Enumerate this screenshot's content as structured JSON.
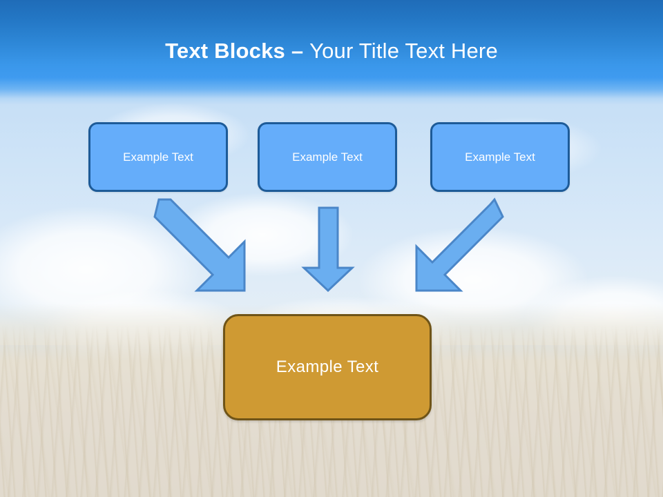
{
  "slide": {
    "title": {
      "strong": "Text Blocks ",
      "separator": "– ",
      "light": "Your Title Text Here",
      "full": "Text Blocks – Your Title Text Here"
    },
    "colors": {
      "title_band_top": "#1f6cb8",
      "title_band_bottom": "#3f9bf0",
      "title_text": "#ffffff",
      "top_box_fill": "#65adfa",
      "top_box_border": "#1d5b98",
      "top_box_text": "#ffffff",
      "bottom_box_fill": "#cf9a33",
      "bottom_box_border": "#6f5417",
      "bottom_box_text": "#ffffff",
      "arrow_fill": "#6aaef0",
      "arrow_border": "#4a86c8",
      "background_sky": "#cfe4f7",
      "background_field": "#e3dcd0"
    },
    "top_boxes": [
      {
        "label": "Example Text"
      },
      {
        "label": "Example Text"
      },
      {
        "label": "Example Text"
      }
    ],
    "arrows": [
      {
        "name": "arrow-left-diagonal",
        "direction": "down-right"
      },
      {
        "name": "arrow-middle-vertical",
        "direction": "down"
      },
      {
        "name": "arrow-right-diagonal",
        "direction": "down-left"
      }
    ],
    "bottom_box": {
      "label": "Example Text"
    }
  }
}
